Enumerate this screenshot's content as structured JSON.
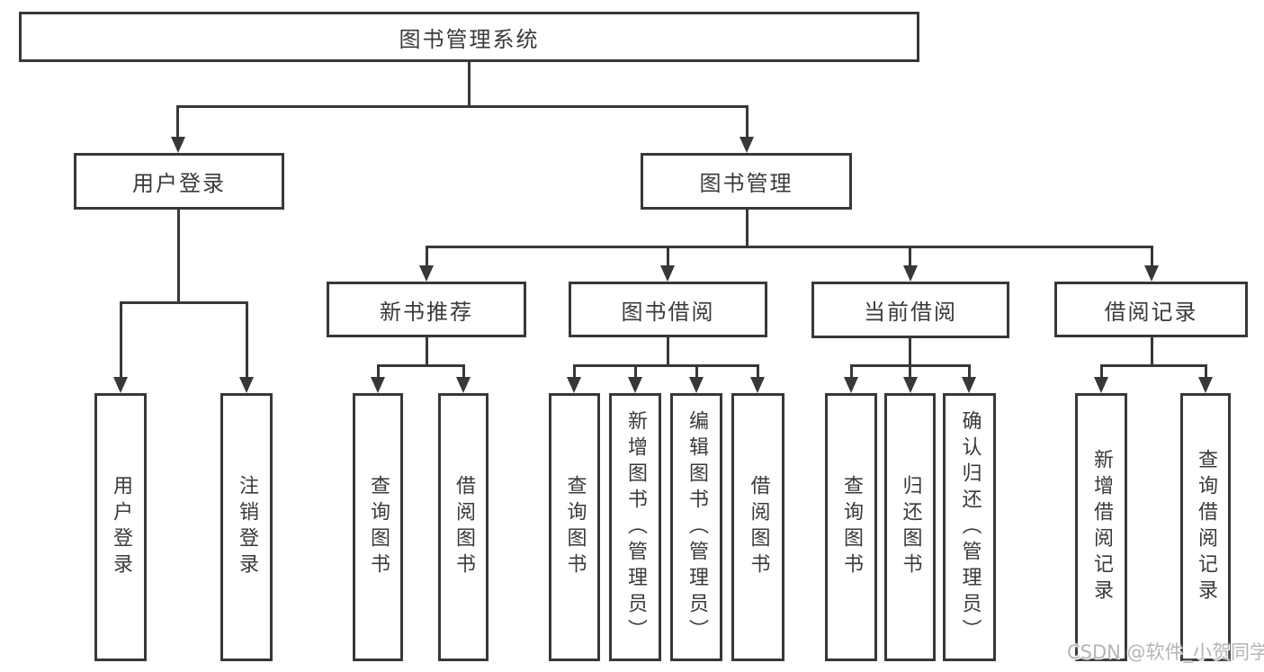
{
  "colors": {
    "line": "#383838",
    "box_border": "#383838",
    "box_fill": "#ffffff",
    "text": "#3a3a3a",
    "watermark_text": "#b5b5b5",
    "background": "#ffffff"
  },
  "tree": {
    "label": "图书管理系统",
    "children": [
      {
        "label": "用户登录",
        "children": [
          {
            "label": "用户登录"
          },
          {
            "label": "注销登录"
          }
        ]
      },
      {
        "label": "图书管理",
        "children": [
          {
            "label": "新书推荐",
            "children": [
              {
                "label": "查询图书"
              },
              {
                "label": "借阅图书"
              }
            ]
          },
          {
            "label": "图书借阅",
            "children": [
              {
                "label": "查询图书"
              },
              {
                "label": "新增图书（管理员）"
              },
              {
                "label": "编辑图书（管理员）"
              },
              {
                "label": "借阅图书"
              }
            ]
          },
          {
            "label": "当前借阅",
            "children": [
              {
                "label": "查询图书"
              },
              {
                "label": "归还图书"
              },
              {
                "label": "确认归还（管理员）"
              }
            ]
          },
          {
            "label": "借阅记录",
            "children": [
              {
                "label": "新增借阅记录"
              },
              {
                "label": "查询借阅记录"
              }
            ]
          }
        ]
      }
    ]
  },
  "watermark": {
    "text": "CSDN @软件_小贺同学"
  }
}
